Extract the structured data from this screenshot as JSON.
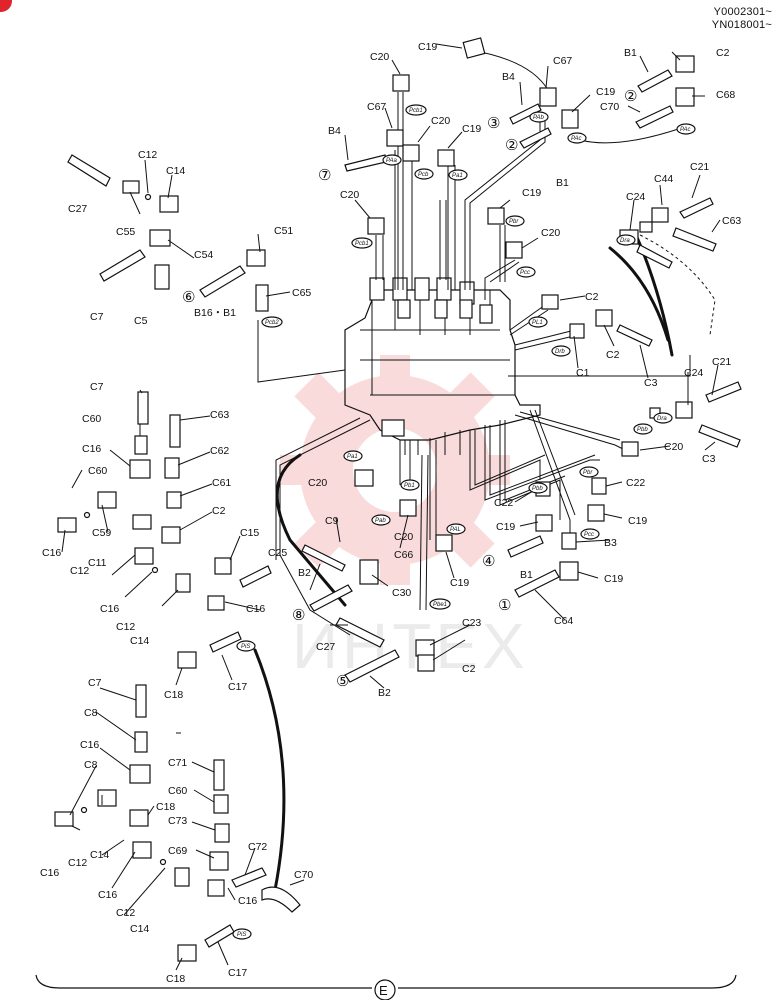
{
  "header": {
    "serial_1": "Y0002301~",
    "serial_2": "YN018001~"
  },
  "watermark": {
    "text": "ИНТЕХ",
    "color": "#e0242b"
  },
  "section_mark": "E",
  "colors": {
    "ink": "#111111",
    "corner_badge": "#e0242b"
  },
  "parts": [
    {
      "id": "C19",
      "label": "C19"
    },
    {
      "id": "C20",
      "label": "C20"
    },
    {
      "id": "C67",
      "label": "C67"
    },
    {
      "id": "B4",
      "label": "B4"
    },
    {
      "id": "B1",
      "label": "B1"
    },
    {
      "id": "C2",
      "label": "C2"
    },
    {
      "id": "C68",
      "label": "C68"
    },
    {
      "id": "C70",
      "label": "C70"
    },
    {
      "id": "C12",
      "label": "C12"
    },
    {
      "id": "C14",
      "label": "C14"
    },
    {
      "id": "C27",
      "label": "C27"
    },
    {
      "id": "C55",
      "label": "C55"
    },
    {
      "id": "C51",
      "label": "C51"
    },
    {
      "id": "C54",
      "label": "C54"
    },
    {
      "id": "C7",
      "label": "C7"
    },
    {
      "id": "C5",
      "label": "C5"
    },
    {
      "id": "B16B1",
      "label": "B16・B1"
    },
    {
      "id": "C65",
      "label": "C65"
    },
    {
      "id": "C21",
      "label": "C21"
    },
    {
      "id": "C44",
      "label": "C44"
    },
    {
      "id": "C24",
      "label": "C24"
    },
    {
      "id": "C63",
      "label": "C63"
    },
    {
      "id": "C1",
      "label": "C1"
    },
    {
      "id": "C3",
      "label": "C3"
    },
    {
      "id": "C60",
      "label": "C60"
    },
    {
      "id": "C16",
      "label": "C16"
    },
    {
      "id": "C62",
      "label": "C62"
    },
    {
      "id": "C61",
      "label": "C61"
    },
    {
      "id": "C59",
      "label": "C59"
    },
    {
      "id": "C11",
      "label": "C11"
    },
    {
      "id": "C15",
      "label": "C15"
    },
    {
      "id": "C25",
      "label": "C25"
    },
    {
      "id": "C18",
      "label": "C18"
    },
    {
      "id": "C17",
      "label": "C17"
    },
    {
      "id": "C9",
      "label": "C9"
    },
    {
      "id": "B2",
      "label": "B2"
    },
    {
      "id": "C30",
      "label": "C30"
    },
    {
      "id": "C66",
      "label": "C66"
    },
    {
      "id": "C23",
      "label": "C23"
    },
    {
      "id": "C22",
      "label": "C22"
    },
    {
      "id": "B3",
      "label": "B3"
    },
    {
      "id": "C64",
      "label": "C64"
    },
    {
      "id": "C8",
      "label": "C8"
    },
    {
      "id": "C71",
      "label": "C71"
    },
    {
      "id": "C73",
      "label": "C73"
    },
    {
      "id": "C69",
      "label": "C69"
    },
    {
      "id": "C72",
      "label": "C72"
    }
  ],
  "ports": [
    "Pcb1",
    "PAb",
    "PAc",
    "Pcb",
    "PAa",
    "Pa1",
    "Pcb2",
    "Pbr",
    "Pcc",
    "Drb",
    "Dra",
    "PL1",
    "Pa1",
    "Pbb",
    "Pb1",
    "Pbr",
    "Pab",
    "Pcc",
    "Pbe",
    "PAL",
    "Pbe1",
    "PiS",
    "PiS"
  ],
  "callouts": [
    "①",
    "②",
    "③",
    "④",
    "⑤",
    "⑥",
    "⑦",
    "⑧"
  ]
}
